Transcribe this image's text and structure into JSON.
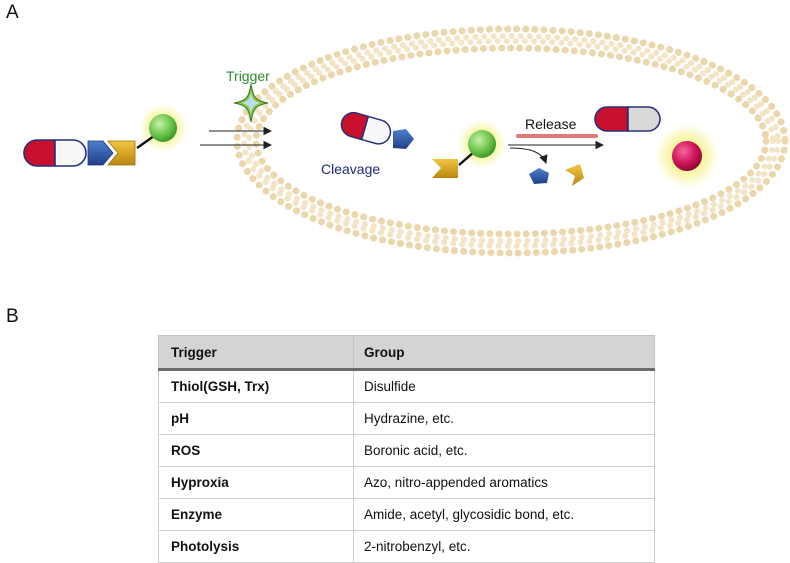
{
  "panels": {
    "a": "A",
    "b": "B"
  },
  "diagram": {
    "trigger_label": "Trigger",
    "cleavage_label": "Cleavage",
    "release_label": "Release"
  },
  "table": {
    "headers": [
      "Trigger",
      "Group"
    ],
    "rows": [
      {
        "trigger": "Thiol(GSH, Trx)",
        "group": "Disulfide"
      },
      {
        "trigger": "pH",
        "group": "Hydrazine, etc."
      },
      {
        "trigger": "ROS",
        "group": "Boronic acid, etc."
      },
      {
        "trigger": "Hyproxia",
        "group": "Azo, nitro-appended aromatics"
      },
      {
        "trigger": "Enzyme",
        "group": "Amide, acetyl, glycosidic bond, etc."
      },
      {
        "trigger": "Photolysis",
        "group": "2-nitrobenzyl, etc."
      }
    ]
  },
  "colors": {
    "capsule_red": "#c8102e",
    "capsule_white": "#f4f4f4",
    "capsule_gray": "#d7d7d7",
    "linker_blue": "#2f5aa8",
    "linker_gold": "#d9a520",
    "sphere_green": "#7ccf5a",
    "sphere_magenta": "#d4145a",
    "glow_yellow": "#f3ef6a",
    "trigger_green": "#2e8b2e",
    "cleavage_navy": "#1f2a7a",
    "release_bar": "#e07a7a",
    "membrane": "#f0d9ad"
  },
  "icons": [
    "capsule-prodrug",
    "blue-linker",
    "gold-linker",
    "green-sphere",
    "trigger-star",
    "magenta-sphere"
  ]
}
